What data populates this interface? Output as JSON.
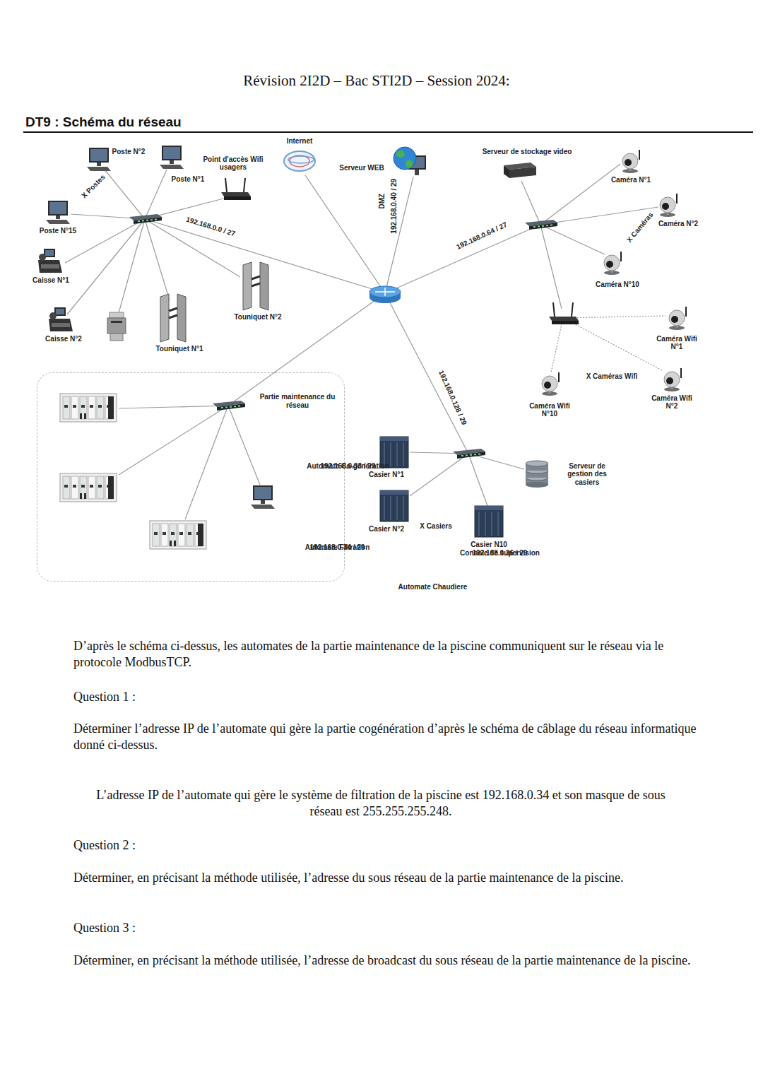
{
  "diagram": {
    "title": "Révision 2I2D – Bac STI2D – Session 2024:",
    "nodes": [
      {
        "text": [
          "Poste N°2"
        ]
      },
      {
        "text": [
          "Poste N°1"
        ]
      },
      {
        "text": [
          "Point d'accès Wifi usagers"
        ]
      },
      {
        "text": [
          "Internet"
        ]
      },
      {
        "text": [
          "Serveur WEB"
        ]
      },
      {
        "text": [
          "Serveur de stockage video"
        ]
      },
      {
        "text": [
          "Caméra N°1"
        ]
      },
      {
        "text": [
          "Caméra N°2"
        ]
      },
      {
        "text": [
          "Poste N°15"
        ]
      },
      {
        "text": [
          "Caisse N°1"
        ]
      },
      {
        "text": [
          "Touniquet N°2"
        ]
      },
      {
        "text": [
          "Caméra N°10"
        ]
      },
      {
        "text": [
          "Caisse N°2"
        ]
      },
      {
        "text": [
          "Touniquet N°1"
        ]
      },
      {
        "text": [
          "Caméra Wifi N°1"
        ]
      },
      {
        "text": [
          "Caméra Wifi N°10"
        ]
      },
      {
        "text": [
          "Caméra Wifi N°2"
        ]
      },
      {
        "text": [
          "Partie maintenance du réseau"
        ]
      },
      {
        "text": [
          "Automate Co-génération",
          "192.168.0.33 / 29"
        ],
        "in": 17
      },
      {
        "text": [
          "Automate Filtration",
          "192.168.0.34 / 29"
        ],
        "in": 17
      },
      {
        "text": [
          "Automate Chaudiere"
        ],
        "in": 17
      },
      {
        "text": [
          "Console de supervision",
          "192.168.0.36 / 29"
        ],
        "in": 17
      },
      {
        "text": [
          "Casier N°1"
        ]
      },
      {
        "text": [
          "Serveur de gestion des casiers"
        ]
      },
      {
        "text": [
          "Casier N°2"
        ]
      },
      {
        "text": [
          "Casier N10"
        ]
      }
    ],
    "labels": [
      "DT9 : Schéma du réseau",
      "X Postes",
      "192.168.0.0 / 27",
      "DMZ",
      "192.168.0.40 / 29",
      "192.168.0.64 / 27",
      "X Caméras",
      "X Caméras Wifi",
      "192.168.0.128 / 29",
      "X Casiers",
      "D’après le schéma ci-dessus, les automates de la partie maintenance de la piscine communiquent sur le réseau via le protocole ModbusTCP.",
      "Question 1 :",
      "Déterminer l’adresse IP de l’automate qui gère la partie cogénération d’après le schéma de câblage du réseau informatique donné ci-dessus.",
      "L’adresse IP de l’automate qui gère le système de filtration de la piscine est 192.168.0.34 et son masque de sous réseau est 255.255.255.248.",
      "Question 2 :",
      "Déterminer, en précisant la méthode utilisée, l’adresse du sous réseau de la partie maintenance de la piscine.",
      "Question 3 :",
      "Déterminer, en précisant la méthode utilisée, l’adresse de broadcast du sous réseau de la partie maintenance de la piscine."
    ]
  }
}
